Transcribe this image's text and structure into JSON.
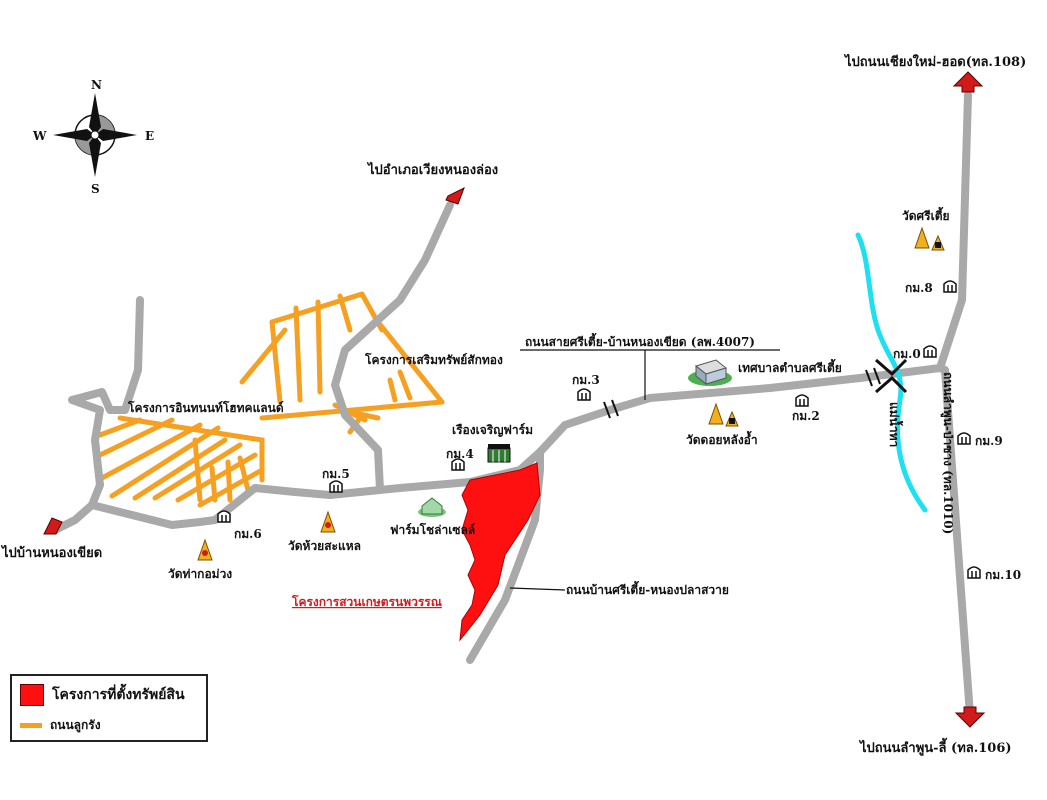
{
  "compass": {
    "n": "N",
    "s": "S",
    "e": "E",
    "w": "W"
  },
  "labels": {
    "to_chiangmai_hot": "ไปถนนเชียงใหม่-ฮอด(ทล.108)",
    "to_lamphun_li": "ไปถนนลำพูน-ลี้ (ทล.106)",
    "to_wiang_nong_long": "ไปอำเภอเวียงหนองล่อง",
    "to_ban_nong_khiat": "ไปบ้านหนองเขียด",
    "wat_si_tia": "วัดศรีเตี้ย",
    "km8": "กม.8",
    "km0": "กม.0",
    "km9": "กม.9",
    "km10": "กม.10",
    "km2": "กม.2",
    "km3": "กม.3",
    "km4": "กม.4",
    "km5": "กม.5",
    "km6": "กม.6",
    "road_4007": "ถนนสายศรีเตี้ย-บ้านหนองเขียด (ลพ.4007)",
    "road_1010": "ถนนลำพูน-ป่าซาง (ทล.1010)",
    "river": "แม่น้ำทา",
    "municipality": "เทศบาลตำบลศรีเตี้ย",
    "wat_doi_lang": "วัดดอยหลังอ้ำ",
    "sak_thong": "โครงการเสริมทรัพย์สักทอง",
    "inthanon": "โครงการอินทนนท์โฮทคแลนด์",
    "rueang_charoen": "เรืองเจริญฟาร์ม",
    "farm_cholasel": "ฟาร์มโชล่าเซลล์",
    "wat_huai": "วัดห้วยสะแหล",
    "wat_tha_kom": "วัดท่ากอม่วง",
    "project_name": "โครงการสวนเกษตรนพวรรณ",
    "road_nong_pla": "ถนนบ้านศรีเตี้ย-หนองปลาสวาย"
  },
  "legend": {
    "property": "โครงการที่ตั้งทรัพย์สิน",
    "dirt_road": "ถนนลูกรัง"
  },
  "colors": {
    "road": "#a9a9a9",
    "dirt_road": "#f5a020",
    "property": "#ff1010",
    "river": "#1ee0f0",
    "arrow": "#d11a1a"
  }
}
